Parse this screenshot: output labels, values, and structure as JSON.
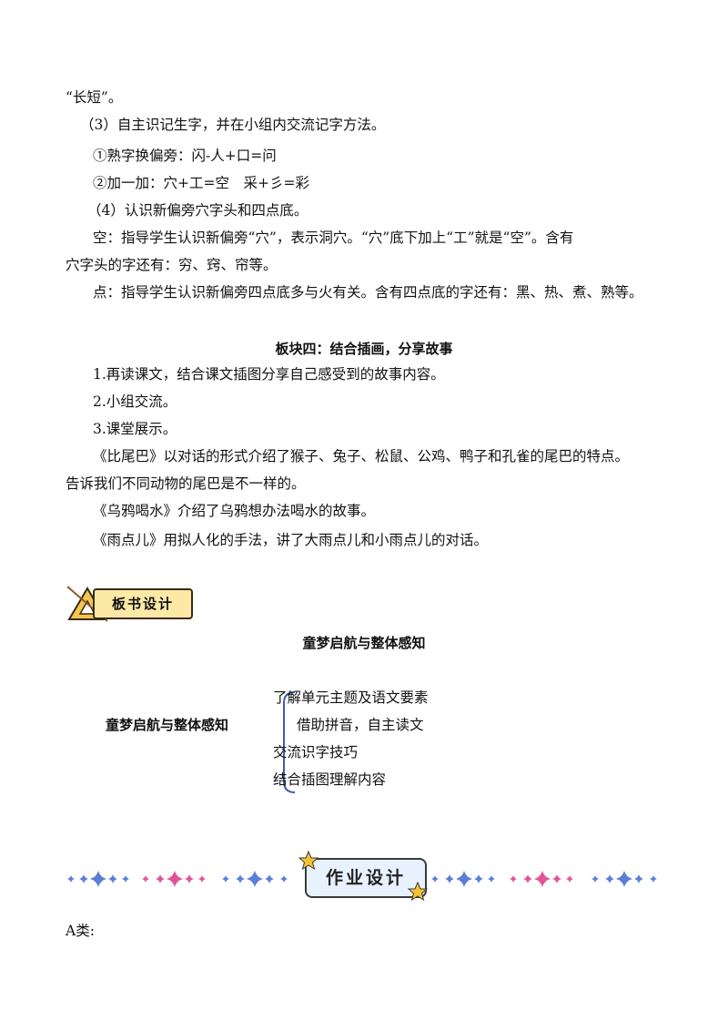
{
  "section3": {
    "cont": "“长短”。",
    "item3": "（3）自主识记生字，并在小组内交流记字方法。",
    "m1": "①熟字换偏旁：闪-人+口=问",
    "m2": "②加一加：穴+工=空　采+彡=彩",
    "item4": "（4）认识新偏旁穴字头和四点底。",
    "kong1": "空：指导学生认识新偏旁“穴”，表示洞穴。“穴”底下加上“工”就是“空”。含有",
    "kong2": "穴字头的字还有：穷、窍、帘等。",
    "dian": "点：指导学生认识新偏旁四点底多与火有关。含有四点底的字还有：黑、热、煮、熟等。"
  },
  "section4": {
    "title": "板块四：结合插画，分享故事",
    "p1": "1.再读课文，结合课文插图分享自己感受到的故事内容。",
    "p2": "2.小组交流。",
    "p3": "3.课堂展示。",
    "s1a": "《比尾巴》以对话的形式介绍了猴子、兔子、松鼠、公鸡、鸭子和孔雀的尾巴的特点。",
    "s1b": "告诉我们不同动物的尾巴是不一样的。",
    "s2": "《乌鸦喝水》介绍了乌鸦想办法喝水的故事。",
    "s3": "《雨点儿》用拟人化的手法，讲了大雨点儿和小雨点儿的对话。"
  },
  "blackboard": {
    "banner_label": "板书设计",
    "title": "童梦启航与整体感知",
    "left_label": "童梦启航与整体感知",
    "items": [
      "了解单元主题及语文要素",
      "借助拼音，自主读文",
      "交流识字技巧",
      "结合插图理解内容"
    ]
  },
  "homework": {
    "banner_label": "作业设计",
    "class_a": "A类:"
  },
  "colors": {
    "brace": "#3b5bb5",
    "banner_fill": "#fde9a6",
    "star_blue": "#5b7fd6",
    "star_pink": "#e0559a",
    "hw_star": "#f5c232"
  }
}
